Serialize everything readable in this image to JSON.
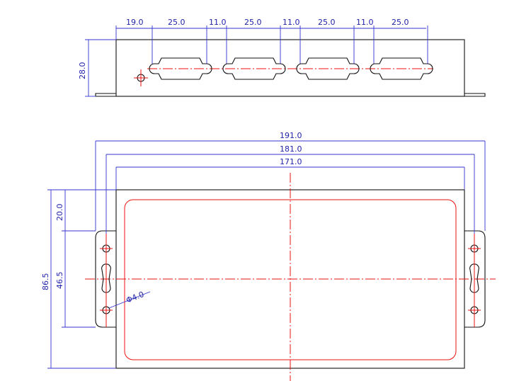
{
  "colors": {
    "outline": "#111111",
    "dimension": "#3333cc",
    "centerline": "#ee1111"
  },
  "top_view": {
    "spacing_labels": [
      "19.0",
      "25.0",
      "11.0",
      "25.0",
      "11.0",
      "25.0",
      "11.0",
      "25.0"
    ],
    "height_label": "28.0"
  },
  "front_view": {
    "width_outer": "191.0",
    "width_mid": "181.0",
    "width_inner": "171.0",
    "height_total": "86.5",
    "height_top": "20.0",
    "height_holes": "46.5",
    "hole_diameter": "Φ4.0"
  }
}
